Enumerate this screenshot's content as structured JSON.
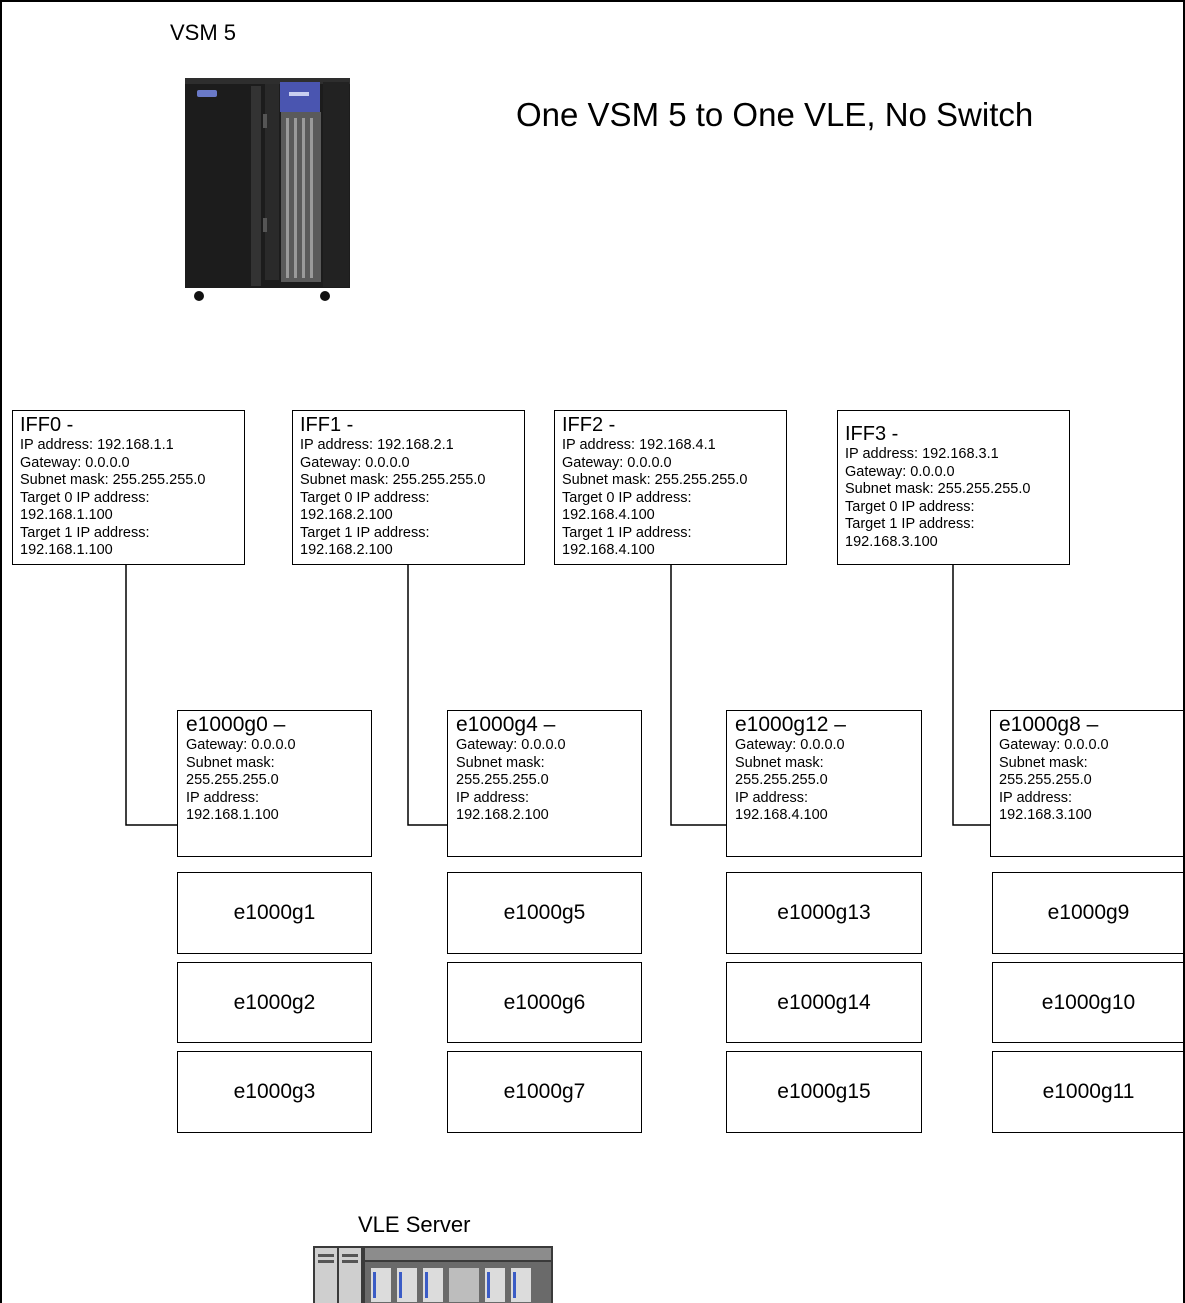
{
  "diagram": {
    "title": "One VSM 5 to One VLE, No Switch",
    "vsm_label": "VSM 5",
    "vle_label": "VLE Server"
  },
  "iff": [
    {
      "header": "IFF0 -",
      "lines": [
        "IP address: 192.168.1.1",
        "Gateway: 0.0.0.0",
        "Subnet mask: 255.255.255.0",
        "Target 0 IP address:",
        "192.168.1.100",
        "Target 1 IP address:",
        "192.168.1.100"
      ]
    },
    {
      "header": "IFF1 -",
      "lines": [
        "IP address: 192.168.2.1",
        "Gateway: 0.0.0.0",
        "Subnet mask: 255.255.255.0",
        "Target 0 IP address:",
        "192.168.2.100",
        "Target 1 IP address:",
        "192.168.2.100"
      ]
    },
    {
      "header": "IFF2 -",
      "lines": [
        "IP address: 192.168.4.1",
        "Gateway: 0.0.0.0",
        "Subnet mask: 255.255.255.0",
        "Target 0 IP address:",
        "192.168.4.100",
        "Target 1 IP address:",
        "192.168.4.100"
      ]
    },
    {
      "header": "IFF3 -",
      "lines": [
        "IP address: 192.168.3.1",
        "Gateway: 0.0.0.0",
        "Subnet mask: 255.255.255.0",
        "Target 0 IP address:",
        "Target 1 IP address:",
        "192.168.3.100"
      ]
    }
  ],
  "ports": [
    {
      "header": "e1000g0 –",
      "lines": [
        "Gateway: 0.0.0.0",
        "Subnet mask:",
        "255.255.255.0",
        "IP address:",
        "192.168.1.100"
      ],
      "others": [
        "e1000g1",
        "e1000g2",
        "e1000g3"
      ]
    },
    {
      "header": "e1000g4 –",
      "lines": [
        "Gateway: 0.0.0.0",
        "Subnet mask:",
        "255.255.255.0",
        "IP address:",
        "192.168.2.100"
      ],
      "others": [
        "e1000g5",
        "e1000g6",
        "e1000g7"
      ]
    },
    {
      "header": "e1000g12 –",
      "lines": [
        "Gateway: 0.0.0.0",
        "Subnet mask:",
        "255.255.255.0",
        "IP address:",
        "192.168.4.100"
      ],
      "others": [
        "e1000g13",
        "e1000g14",
        "e1000g15"
      ]
    },
    {
      "header": "e1000g8 –",
      "lines": [
        "Gateway: 0.0.0.0",
        "Subnet mask:",
        "255.255.255.0",
        "IP address:",
        "192.168.3.100"
      ],
      "others": [
        "e1000g9",
        "e1000g10",
        "e1000g11"
      ]
    }
  ],
  "icons": [
    "vsm5-cabinet-icon",
    "vle-server-icon"
  ],
  "colors": {
    "line": "#000000",
    "cabinet": "#1c1c1c",
    "cabinet_badge": "#4a55b0"
  }
}
